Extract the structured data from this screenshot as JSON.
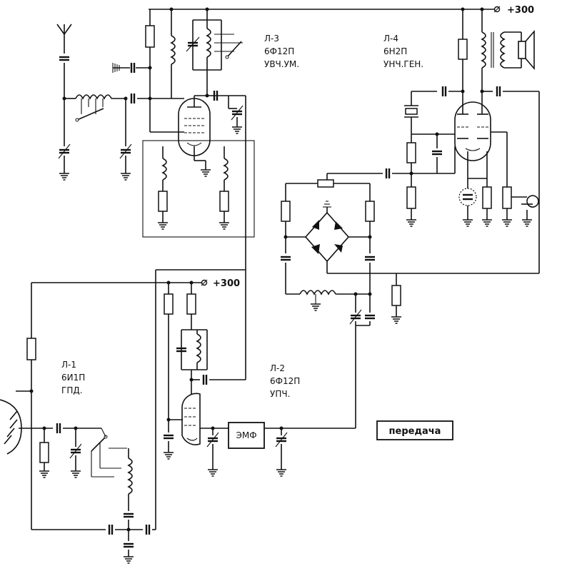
{
  "power": {
    "label_top": "+300",
    "label_mid": "+300"
  },
  "tubes": {
    "l1": {
      "name": "Л-1",
      "type": "6И1П",
      "role": "ГПД."
    },
    "l2": {
      "name": "Л-2",
      "type": "6Ф12П",
      "role": "УПЧ."
    },
    "l3": {
      "name": "Л-3",
      "type": "6Ф12П",
      "role": "УВЧ.УМ."
    },
    "l4": {
      "name": "Л-4",
      "type": "6Н2П",
      "role": "УНЧ.ГЕН."
    }
  },
  "filter": {
    "label": "ЭМФ"
  },
  "mode_button": {
    "label": "передача"
  }
}
